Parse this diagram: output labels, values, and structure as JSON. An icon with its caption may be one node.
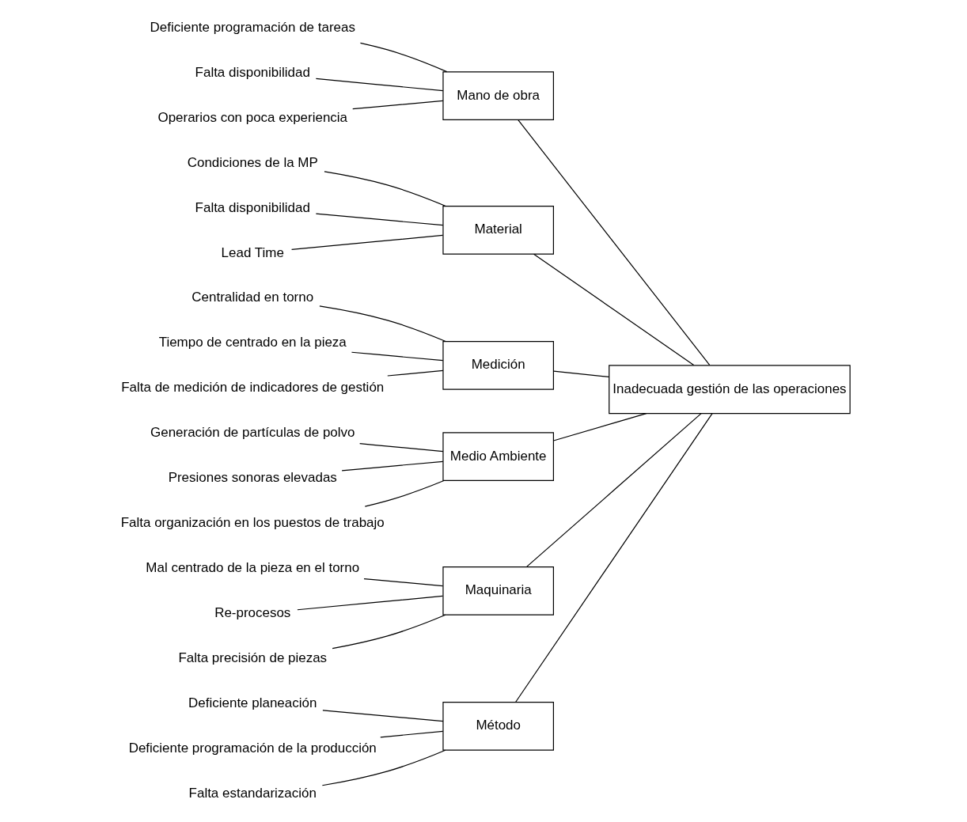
{
  "diagram": {
    "nodes": [
      {
        "text": [
          "Método"
        ]
      },
      {
        "text": [
          "Mano de obra"
        ]
      },
      {
        "text": [
          "Material"
        ]
      },
      {
        "text": [
          "Inadecuada gestión de las operaciones"
        ]
      },
      {
        "text": [
          "Medición"
        ]
      },
      {
        "text": [
          "Medio Ambiente"
        ]
      },
      {
        "text": [
          "Maquinaria"
        ]
      },
      {
        "text": [
          "Deficiente planeación"
        ]
      },
      {
        "text": [
          "Deficiente programación de la producción"
        ]
      },
      {
        "text": [
          "Falta estandarización"
        ]
      },
      {
        "text": [
          "Deficiente programación de tareas"
        ]
      },
      {
        "text": [
          "Falta disponibilidad"
        ]
      },
      {
        "text": [
          "Operarios con poca experiencia"
        ]
      },
      {
        "text": [
          "Condiciones de la MP"
        ]
      },
      {
        "text": [
          "Falta disponibilidad"
        ]
      },
      {
        "text": [
          "Lead Time"
        ]
      },
      {
        "text": [
          "Centralidad en torno"
        ]
      },
      {
        "text": [
          "Tiempo de centrado en la pieza"
        ]
      },
      {
        "text": [
          "Falta de medición de indicadores de gestión"
        ]
      },
      {
        "text": [
          "Generación de partículas de polvo"
        ]
      },
      {
        "text": [
          "Presiones sonoras elevadas"
        ]
      },
      {
        "text": [
          "Falta organización en los puestos de trabajo"
        ]
      },
      {
        "text": [
          "Mal centrado de la pieza en el torno"
        ]
      },
      {
        "text": [
          "Re-procesos"
        ]
      },
      {
        "text": [
          "Falta precisión de piezas"
        ]
      }
    ],
    "edges": [
      {
        "from": 0,
        "to": 3,
        "arrow": "none"
      },
      {
        "from": 1,
        "to": 3,
        "arrow": "none"
      },
      {
        "from": 2,
        "to": 3,
        "arrow": "none"
      },
      {
        "from": 4,
        "to": 3,
        "arrow": "none"
      },
      {
        "from": 5,
        "to": 3,
        "arrow": "none"
      },
      {
        "from": 6,
        "to": 3,
        "arrow": "none"
      },
      {
        "from": 7,
        "to": 0,
        "arrow": "none"
      },
      {
        "from": 8,
        "to": 0,
        "arrow": "none"
      },
      {
        "from": 9,
        "to": 0,
        "arrow": "none"
      },
      {
        "from": 10,
        "to": 1,
        "arrow": "none"
      },
      {
        "from": 11,
        "to": 1,
        "arrow": "none"
      },
      {
        "from": 12,
        "to": 1,
        "arrow": "none"
      },
      {
        "from": 13,
        "to": 2,
        "arrow": "none"
      },
      {
        "from": 14,
        "to": 2,
        "arrow": "none"
      },
      {
        "from": 15,
        "to": 2,
        "arrow": "none"
      },
      {
        "from": 16,
        "to": 4,
        "arrow": "none"
      },
      {
        "from": 17,
        "to": 4,
        "arrow": "none"
      },
      {
        "from": 18,
        "to": 4,
        "arrow": "none"
      },
      {
        "from": 19,
        "to": 5,
        "arrow": "none"
      },
      {
        "from": 20,
        "to": 5,
        "arrow": "none"
      },
      {
        "from": 21,
        "to": 5,
        "arrow": "none"
      },
      {
        "from": 22,
        "to": 6,
        "arrow": "none"
      },
      {
        "from": 23,
        "to": 6,
        "arrow": "none"
      },
      {
        "from": 24,
        "to": 6,
        "arrow": "none"
      }
    ]
  }
}
